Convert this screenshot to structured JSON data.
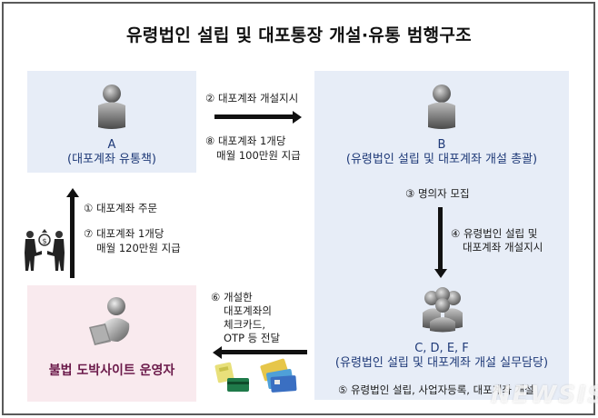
{
  "title": "유령법인 설립 및 대포통장 개설·유통 범행구조",
  "colors": {
    "box_blue": "#e7edf7",
    "box_pink": "#f9eaee",
    "label_blue": "#1f3a78",
    "label_maroon": "#6b1a4a",
    "arrow": "#111111",
    "frame": "#5a5a5a"
  },
  "nodes": {
    "a": {
      "id": "A",
      "role": "(대포계좌 유통책)",
      "icon": "person-icon"
    },
    "b": {
      "id": "B",
      "role": "(유령법인 설립 및 대포계좌 개설 총괄)",
      "icon": "person-icon"
    },
    "cdef": {
      "id": "C, D, E, F",
      "role": "(유령법인 설립 및 대포계좌 개설 실무담당)",
      "icon": "group-icon"
    },
    "gambling": {
      "role": "불법 도박사이트 운영자",
      "icon": "person-laptop-icon"
    }
  },
  "steps": {
    "s1": "① 대포계좌 주문",
    "s2": "② 대포계좌 개설지시",
    "s3": "③ 명의자 모집",
    "s4_line1": "④ 유령법인 설립 및",
    "s4_line2": "대포계좌 개설지시",
    "s5": "⑤ 유령법인 설립, 사업자등록, 대포계좌 개설",
    "s6_line1": "⑥ 개설한",
    "s6_line2": "대포계좌의",
    "s6_line3": "체크카드,",
    "s6_line4": "OTP 등 전달",
    "s7_line1": "⑦ 대포계좌 1개당",
    "s7_line2": "매월 120만원 지급",
    "s8_line1": "⑧ 대포계좌 1개당",
    "s8_line2": "매월 100만원 지급"
  },
  "decorations": {
    "handshake": "money-exchange-icon",
    "cards": "bank-cards-icon",
    "otp": "otp-token-icon"
  },
  "watermark": "NEWSIS"
}
